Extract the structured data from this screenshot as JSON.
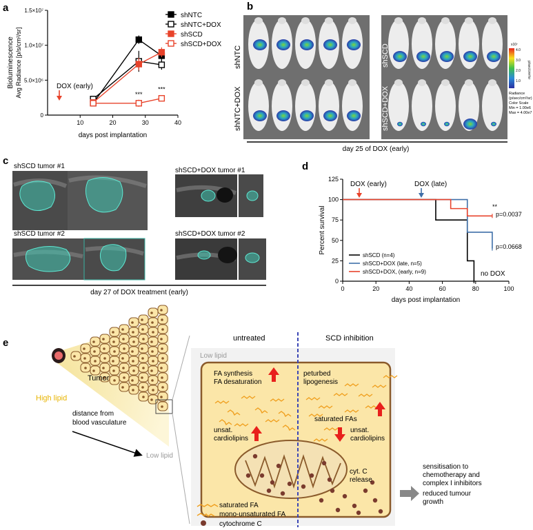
{
  "panels": {
    "a": {
      "letter": "a",
      "annotation": "DOX (early)",
      "significance": "***",
      "chart_data": {
        "type": "line",
        "title": "",
        "xlabel": "days post implantation",
        "ylabel": "Bioluminescence",
        "ylabel2": "Avg Radiance [p/s/cm²/sr]",
        "xlim": [
          0,
          40
        ],
        "ylim": [
          0,
          15000000
        ],
        "xticks": [
          "10",
          "20",
          "30",
          "40"
        ],
        "yticks": [
          "0",
          "5.0×10⁶",
          "1.0×10⁷",
          "1.5×10⁷"
        ],
        "legend_position": "top-right",
        "x": [
          14,
          28,
          35
        ],
        "series": [
          {
            "name": "shNTC",
            "values": [
              1700000,
              10800000,
              8500000
            ],
            "color": "#000000",
            "marker": "filled-square"
          },
          {
            "name": "shNTC+DOX",
            "values": [
              2300000,
              7700000,
              7200000
            ],
            "color": "#000000",
            "marker": "open-square"
          },
          {
            "name": "shSCD",
            "values": [
              1800000,
              7300000,
              9000000
            ],
            "color": "#e8432b",
            "marker": "filled-square"
          },
          {
            "name": "shSCD+DOX",
            "values": [
              1700000,
              1700000,
              2400000
            ],
            "color": "#e8432b",
            "marker": "open-square"
          }
        ]
      }
    },
    "b": {
      "letter": "b",
      "row_labels": [
        "shNTC",
        "shNTC+DOX",
        "shSCD",
        "shSCD+DOX"
      ],
      "caption": "day 25 of DOX (early)",
      "colorbar": {
        "exp": "x10⁷",
        "ticks": [
          "4.0",
          "3.0",
          "2.0",
          "1.0"
        ],
        "unit": "p/sec/cm²/sr",
        "lines": [
          "Radiance",
          "(p/sec/cm²/sr)",
          "Color Scale",
          "Min = 1.00e6",
          "Max = 4.00e7"
        ]
      }
    },
    "c": {
      "letter": "c",
      "labels": [
        "shSCD tumor #1",
        "shSCD tumor #2",
        "shSCD+DOX tumor #1",
        "shSCD+DOX tumor #2"
      ],
      "caption": "day 27 of DOX treatment (early)"
    },
    "d": {
      "letter": "d",
      "annotation_early": "DOX (early)",
      "annotation_late": "DOX (late)",
      "significance": "**",
      "pvalues": [
        "p=0.0037",
        "p=0.0668"
      ],
      "note": "no DOX",
      "chart_data": {
        "type": "line",
        "title": "",
        "xlabel": "days post implantation",
        "ylabel": "Percent survival",
        "xlim": [
          0,
          100
        ],
        "ylim": [
          0,
          125
        ],
        "xticks": [
          "0",
          "20",
          "40",
          "60",
          "80",
          "100"
        ],
        "yticks": [
          "0",
          "25",
          "50",
          "75",
          "100",
          "125"
        ],
        "legend_position": "bottom-left",
        "series": [
          {
            "name": "shSCD (n=4)",
            "color": "#000000",
            "steps": [
              [
                0,
                100
              ],
              [
                56,
                100
              ],
              [
                56,
                75
              ],
              [
                75,
                75
              ],
              [
                75,
                25
              ],
              [
                79,
                25
              ],
              [
                79,
                0
              ]
            ]
          },
          {
            "name": "shSCD+DOX (late, n=5)",
            "color": "#3e6fa8",
            "steps": [
              [
                0,
                100
              ],
              [
                75,
                100
              ],
              [
                75,
                60
              ],
              [
                90,
                60
              ],
              [
                90,
                40
              ]
            ]
          },
          {
            "name": "shSCD+DOX, (early, n=9)",
            "color": "#e8432b",
            "steps": [
              [
                0,
                100
              ],
              [
                65,
                100
              ],
              [
                65,
                89
              ],
              [
                75,
                89
              ],
              [
                75,
                80
              ],
              [
                90,
                80
              ]
            ]
          }
        ]
      }
    },
    "e": {
      "letter": "e",
      "col_untreated": "untreated",
      "col_inhibition": "SCD inhibition",
      "low_lipid_top": "Low lipid",
      "tumor": "Tumor",
      "high_lipid": "High lipid",
      "distance": [
        "distance from",
        "blood vasculature"
      ],
      "low_lipid_bottom": "Low lipid",
      "fa_synthesis": "FA synthesis",
      "fa_desaturation": "FA desaturation",
      "perturbed": [
        "peturbed",
        "lipogenesis"
      ],
      "saturated_fas": "saturated FAs",
      "unsat_left": [
        "unsat.",
        "cardiolipins"
      ],
      "unsat_right": [
        "unsat.",
        "cardiolipins"
      ],
      "cytc": [
        "cyt. C",
        "release"
      ],
      "outcome": [
        "sensitisation to",
        "chemotherapy and",
        "complex I inhibitors",
        "reduced tumour",
        "growth"
      ],
      "legend": [
        "saturated FA",
        "mono-unsaturated FA",
        "cytochrome C"
      ],
      "colors": {
        "cell": "#fbe6a8",
        "cell_border": "#8a5a2b",
        "arrow_red": "#e8201c",
        "divider": "#3b46b5",
        "fa": "#f0a020",
        "cytc": "#7a3b2e"
      }
    }
  }
}
